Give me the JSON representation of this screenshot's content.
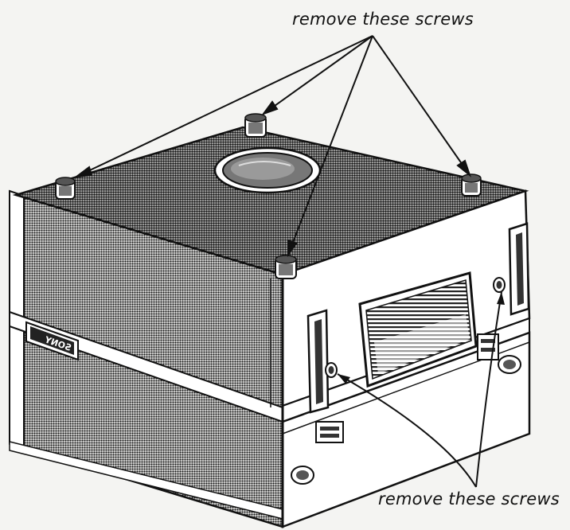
{
  "callouts": {
    "top": "remove these screws",
    "bottom": "remove these screws"
  },
  "brand_plate": "SONY",
  "colors": {
    "ink": "#111111",
    "paper": "#f4f4f2",
    "panel_fill": "#ffffff"
  }
}
